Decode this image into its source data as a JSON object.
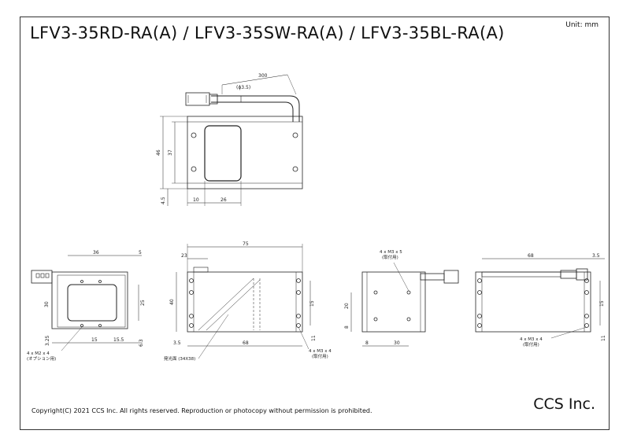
{
  "header": {
    "title": "LFV3-35RD-RA(A) / LFV3-35SW-RA(A) / LFV3-35BL-RA(A)",
    "unit": "Unit: mm"
  },
  "footer": {
    "copyright": "Copyright(C) 2021 CCS Inc. All rights reserved. Reproduction or photocopy without permission is prohibited.",
    "company": "CCS Inc."
  },
  "top_view": {
    "cable_length": "300",
    "cable_diameter": "(ϕ3.5)",
    "dim_height_outer": "46",
    "dim_height_inner": "37",
    "dim_offset_bottom": "4.5",
    "dim_offset_left": "10",
    "dim_window_width": "26"
  },
  "side_view_a": {
    "dim_width": "36",
    "dim_right": "5",
    "dim_height": "30",
    "dim_inner": "25",
    "dim_bottom_left": "3.25",
    "dim_bottom_mid": "15",
    "dim_bottom_right": "15.5",
    "dim_right_small": "6.3",
    "screw_note": "4 x M2 x 4",
    "screw_note_sub": "(オプション用)"
  },
  "front_view": {
    "dim_total": "75",
    "dim_left_top": "23",
    "dim_height": "40",
    "dim_right": "15",
    "dim_right_small": "11",
    "dim_left_bottom": "3.5",
    "dim_bottom": "68",
    "emitting_label": "発光面 (34X38)",
    "screw_note": "4 x M3 x 4",
    "screw_note_sub": "(取付用)"
  },
  "side_view_b": {
    "screw_note": "4 x M3 x 5",
    "screw_note_sub": "(取付用)",
    "dim_left_upper": "20",
    "dim_left_lower": "8",
    "dim_bottom_left": "8",
    "dim_bottom_mid": "30"
  },
  "rear_view": {
    "dim_total": "68",
    "dim_right": "3.5",
    "dim_right_upper": "15",
    "dim_right_lower": "11",
    "screw_note": "4 x M3 x 4",
    "screw_note_sub": "(取付用)"
  }
}
